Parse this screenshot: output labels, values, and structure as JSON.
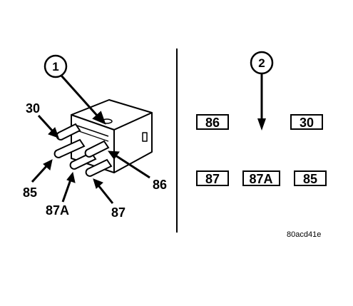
{
  "callouts": {
    "left": "1",
    "right": "2"
  },
  "relay_pins": {
    "p30": "30",
    "p85": "85",
    "p87a": "87A",
    "p87": "87",
    "p86": "86"
  },
  "terminal_map": {
    "row1": [
      "86",
      "30"
    ],
    "row2": [
      "87",
      "87A",
      "85"
    ]
  },
  "figure_code": "80acd41e"
}
